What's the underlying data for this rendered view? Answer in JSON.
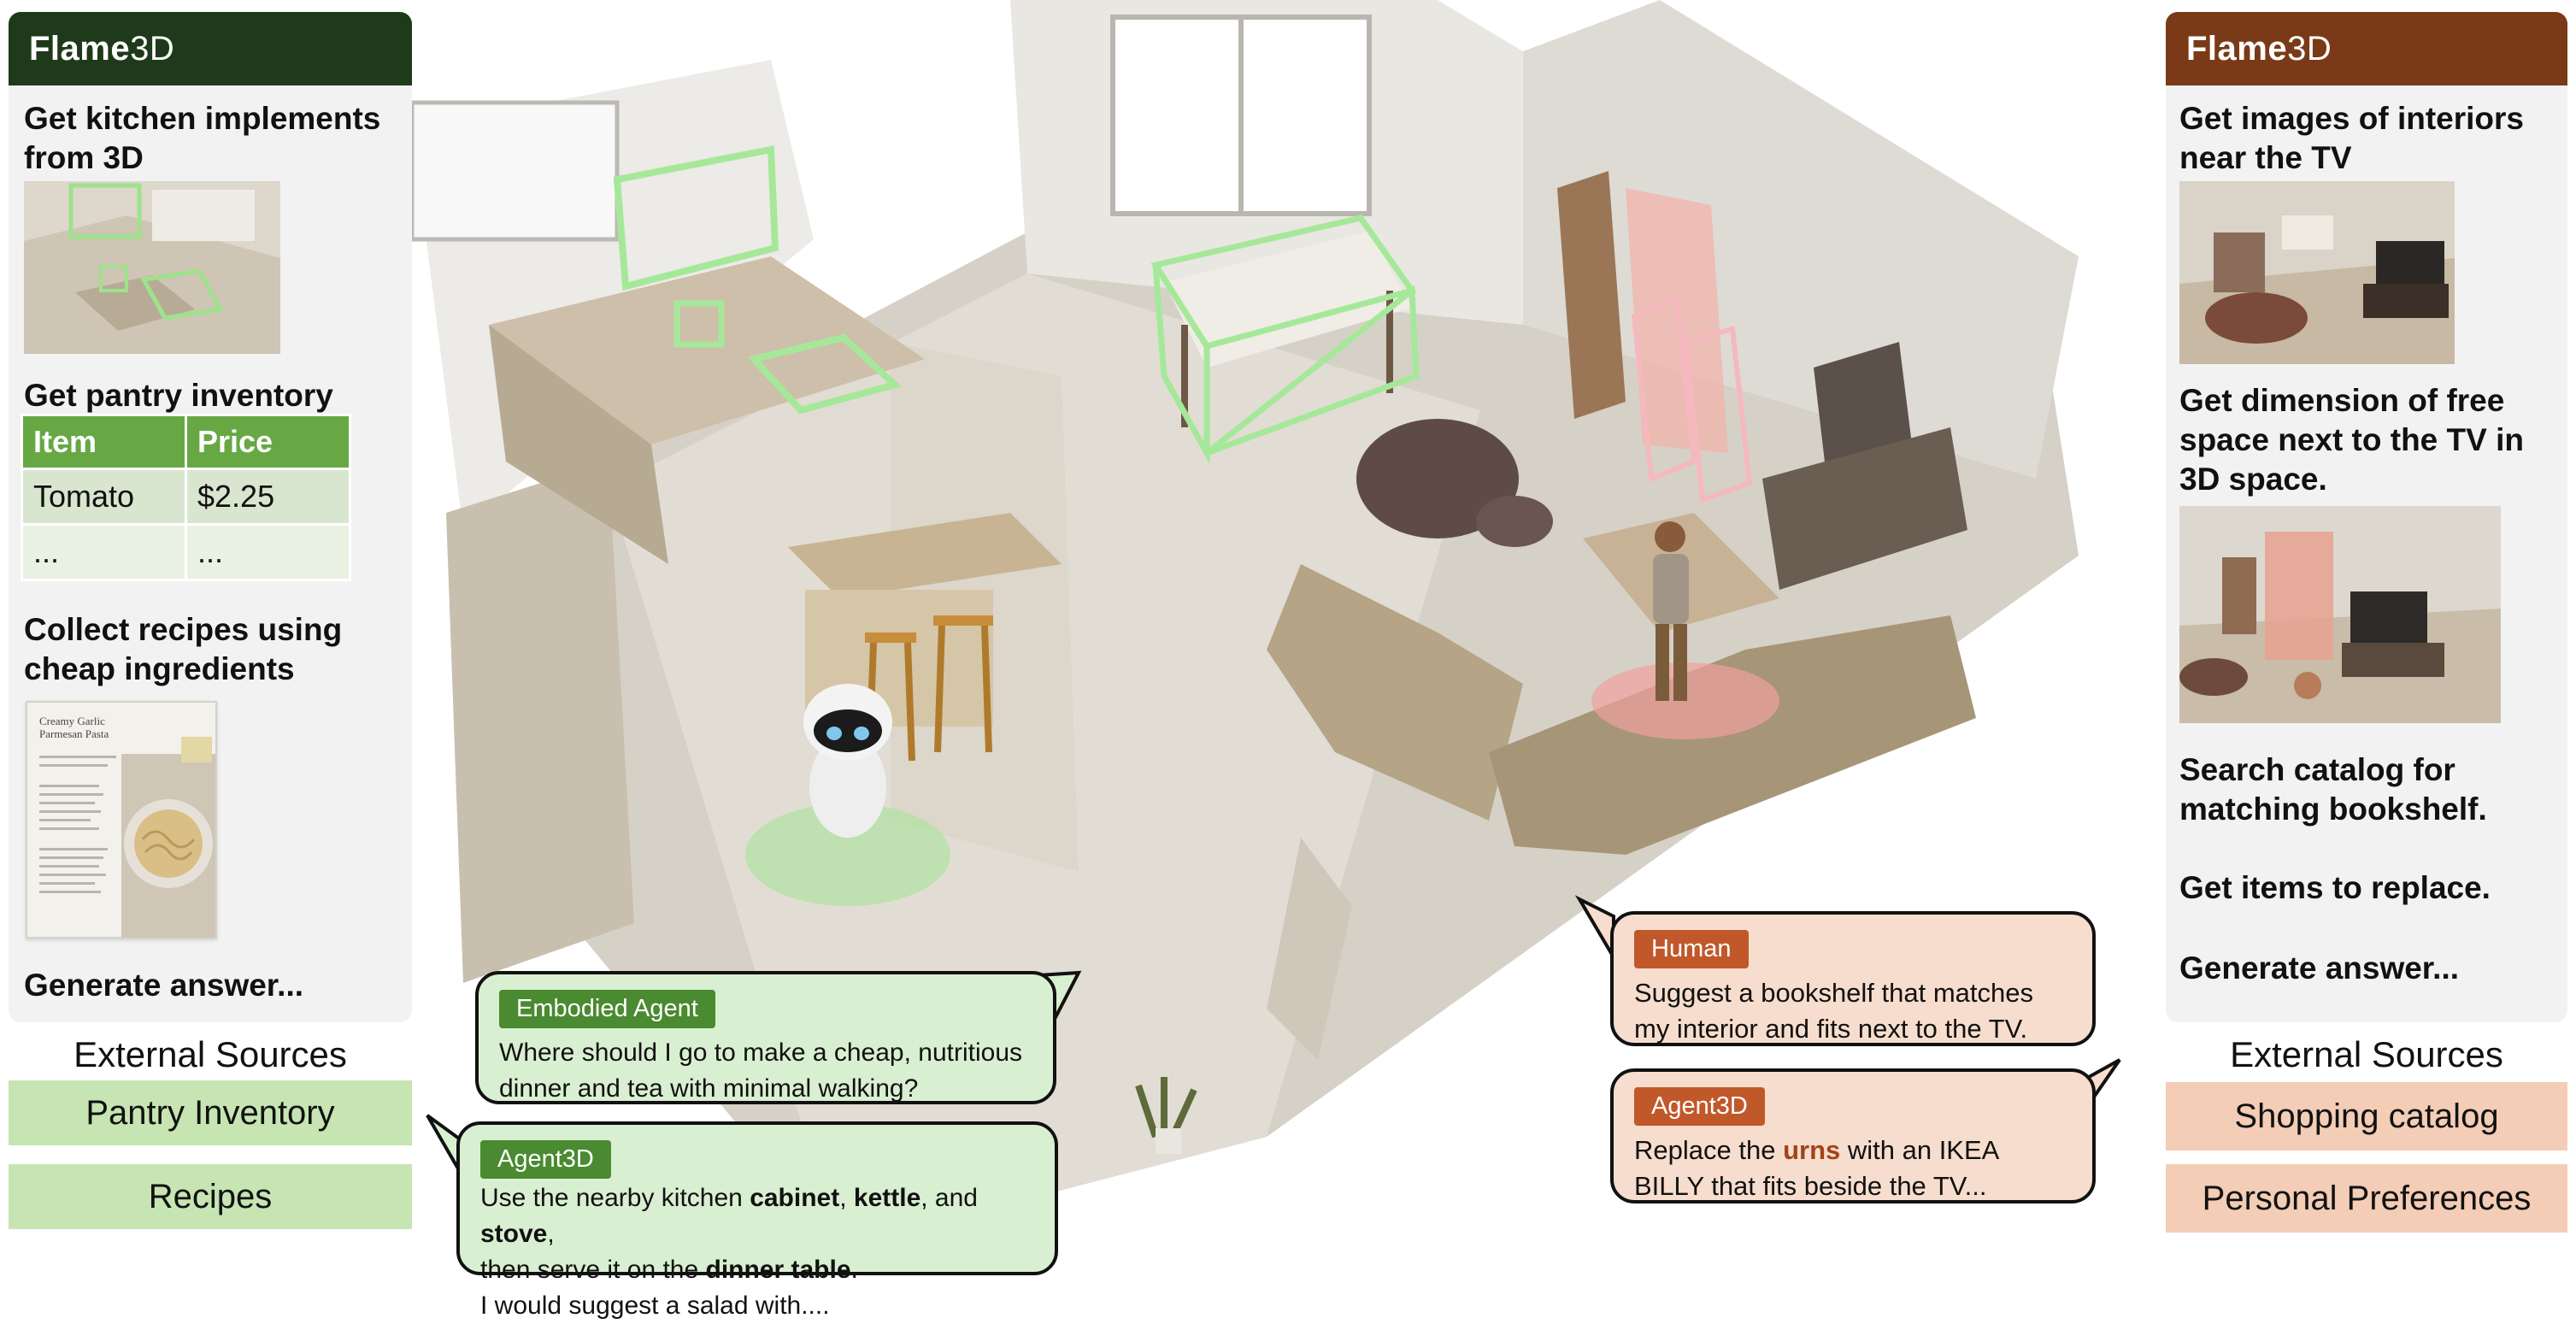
{
  "left_panel": {
    "brand_bold": "Flame",
    "brand_light": "3D",
    "brand_color": "#1f3a1a",
    "steps": [
      "Get kitchen implements from 3D",
      "Get pantry inventory",
      "Collect recipes using cheap ingredients",
      "Generate answer..."
    ],
    "table": {
      "headers": [
        "Item",
        "Price"
      ],
      "rows": [
        [
          "Tomato",
          "$2.25"
        ],
        [
          "...",
          "..."
        ]
      ]
    },
    "recipe_title": "Creamy Garlic Parmesan Pasta",
    "sources_title": "External Sources",
    "sources": [
      "Pantry Inventory",
      "Recipes"
    ],
    "source_color": "#c6e5b3"
  },
  "right_panel": {
    "brand_bold": "Flame",
    "brand_light": "3D",
    "brand_color": "#7a3a17",
    "steps": [
      "Get images of interiors near the TV",
      "Get dimension of free space next to the TV in 3D space.",
      "Search catalog for matching bookshelf.",
      "Get items to replace.",
      "Generate answer..."
    ],
    "sources_title": "External Sources",
    "sources": [
      "Shopping catalog",
      "Personal Preferences"
    ],
    "source_color": "#f3cdb6"
  },
  "bubbles": {
    "embodied": {
      "tag": "Embodied Agent",
      "text": "Where should I go to make a cheap, nutritious dinner and tea with minimal walking?"
    },
    "agent3d_left": {
      "tag": "Agent3D",
      "t1": "Use the nearby kitchen ",
      "b1": "cabinet",
      "t2": ", ",
      "b2": "kettle",
      "t3": ", and ",
      "b3": "stove",
      "t4": ",",
      "t5": "then serve it on the ",
      "b4": "dinner table",
      "t6": ".",
      "t7": "I would suggest a salad with...."
    },
    "human": {
      "tag": "Human",
      "text": "Suggest a bookshelf that matches my interior and fits next to the TV."
    },
    "agent3d_right": {
      "tag": "Agent3D",
      "t1": "Replace the ",
      "h1": "urns",
      "t2": " with an IKEA BILLY that fits beside the TV..."
    }
  }
}
